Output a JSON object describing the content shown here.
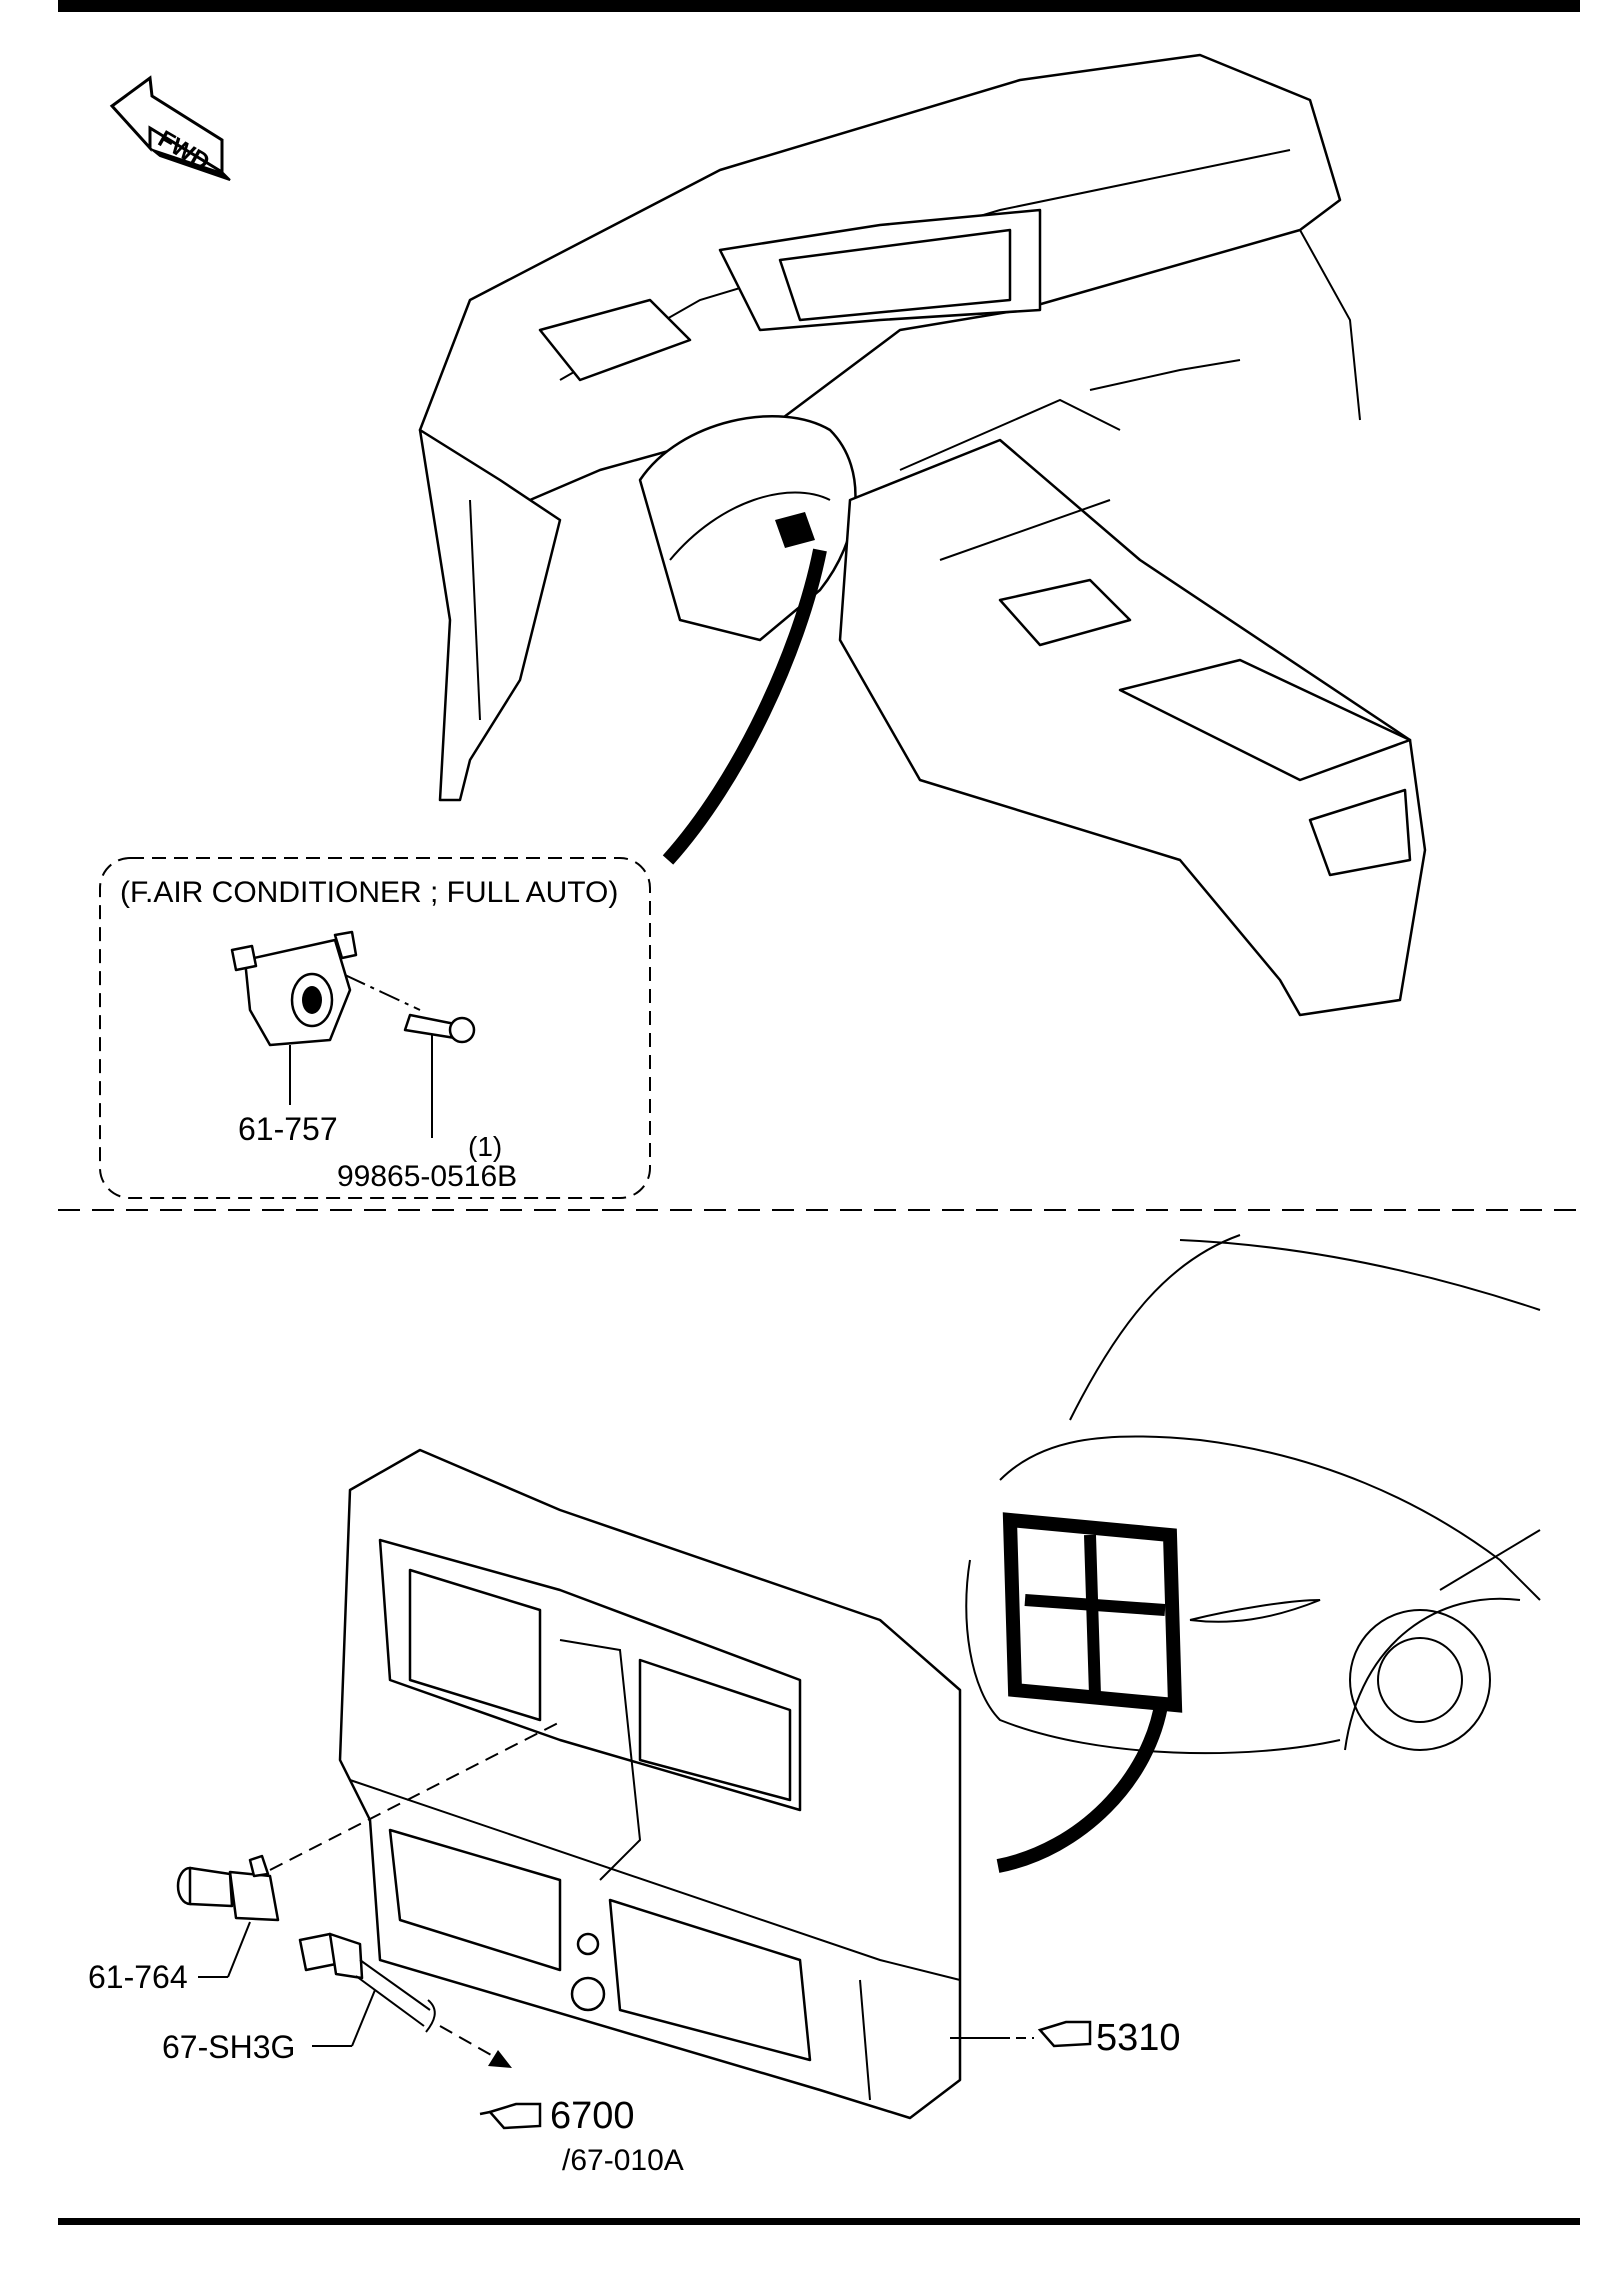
{
  "fwd_label": "FWD",
  "upper": {
    "variant_label": "(F.AIR CONDITIONER ; FULL AUTO)",
    "parts": {
      "sensor_code": "61-757",
      "screw_qty": "(1)",
      "screw_code": "99865-0516B"
    }
  },
  "lower": {
    "parts": {
      "ambient_sensor_code": "61-764",
      "wiring_code": "67-SH3G"
    },
    "refs": {
      "ref_5310": "5310",
      "ref_6700": "6700",
      "ref_6700_sub": "/67-010A"
    }
  }
}
